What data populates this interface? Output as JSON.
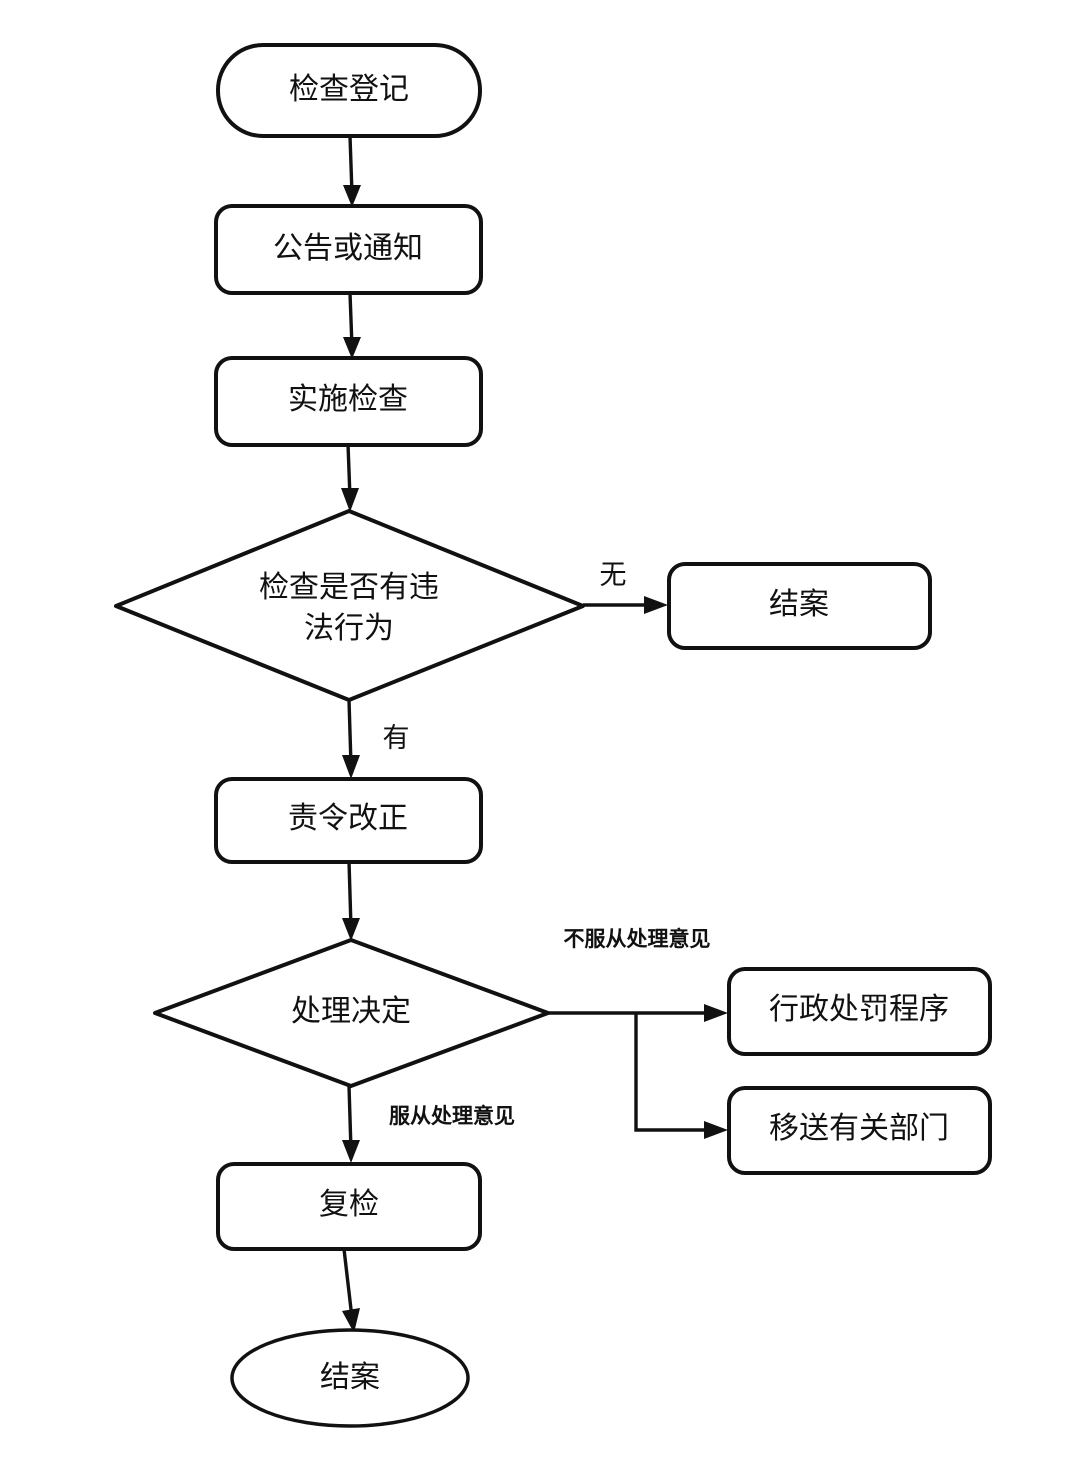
{
  "diagram": {
    "type": "flowchart",
    "orientation": "top-to-bottom",
    "language": "zh-CN",
    "line_color": "#111111",
    "fill_color": "#ffffff",
    "background": "#ffffff",
    "nodes": [
      {
        "id": "n1",
        "shape": "stadium",
        "label": "检查登记"
      },
      {
        "id": "n2",
        "shape": "rounded-rect",
        "label": "公告或通知"
      },
      {
        "id": "n3",
        "shape": "rounded-rect",
        "label": "实施检查"
      },
      {
        "id": "n4",
        "shape": "diamond",
        "label_line1": "检查是否有违",
        "label_line2": "法行为"
      },
      {
        "id": "n5",
        "shape": "rounded-rect",
        "label": "结案"
      },
      {
        "id": "n6",
        "shape": "rounded-rect",
        "label": "责令改正"
      },
      {
        "id": "n7",
        "shape": "diamond",
        "label": "处理决定"
      },
      {
        "id": "n8",
        "shape": "rounded-rect",
        "label": "行政处罚程序"
      },
      {
        "id": "n9",
        "shape": "rounded-rect",
        "label": "移送有关部门"
      },
      {
        "id": "n10",
        "shape": "rounded-rect",
        "label": "复检"
      },
      {
        "id": "n11",
        "shape": "ellipse",
        "label": "结案"
      }
    ],
    "edge_labels": {
      "no_violation": "无",
      "has_violation": "有",
      "reject_decision": "不服从处理意见",
      "accept_decision": "服从处理意见"
    }
  }
}
